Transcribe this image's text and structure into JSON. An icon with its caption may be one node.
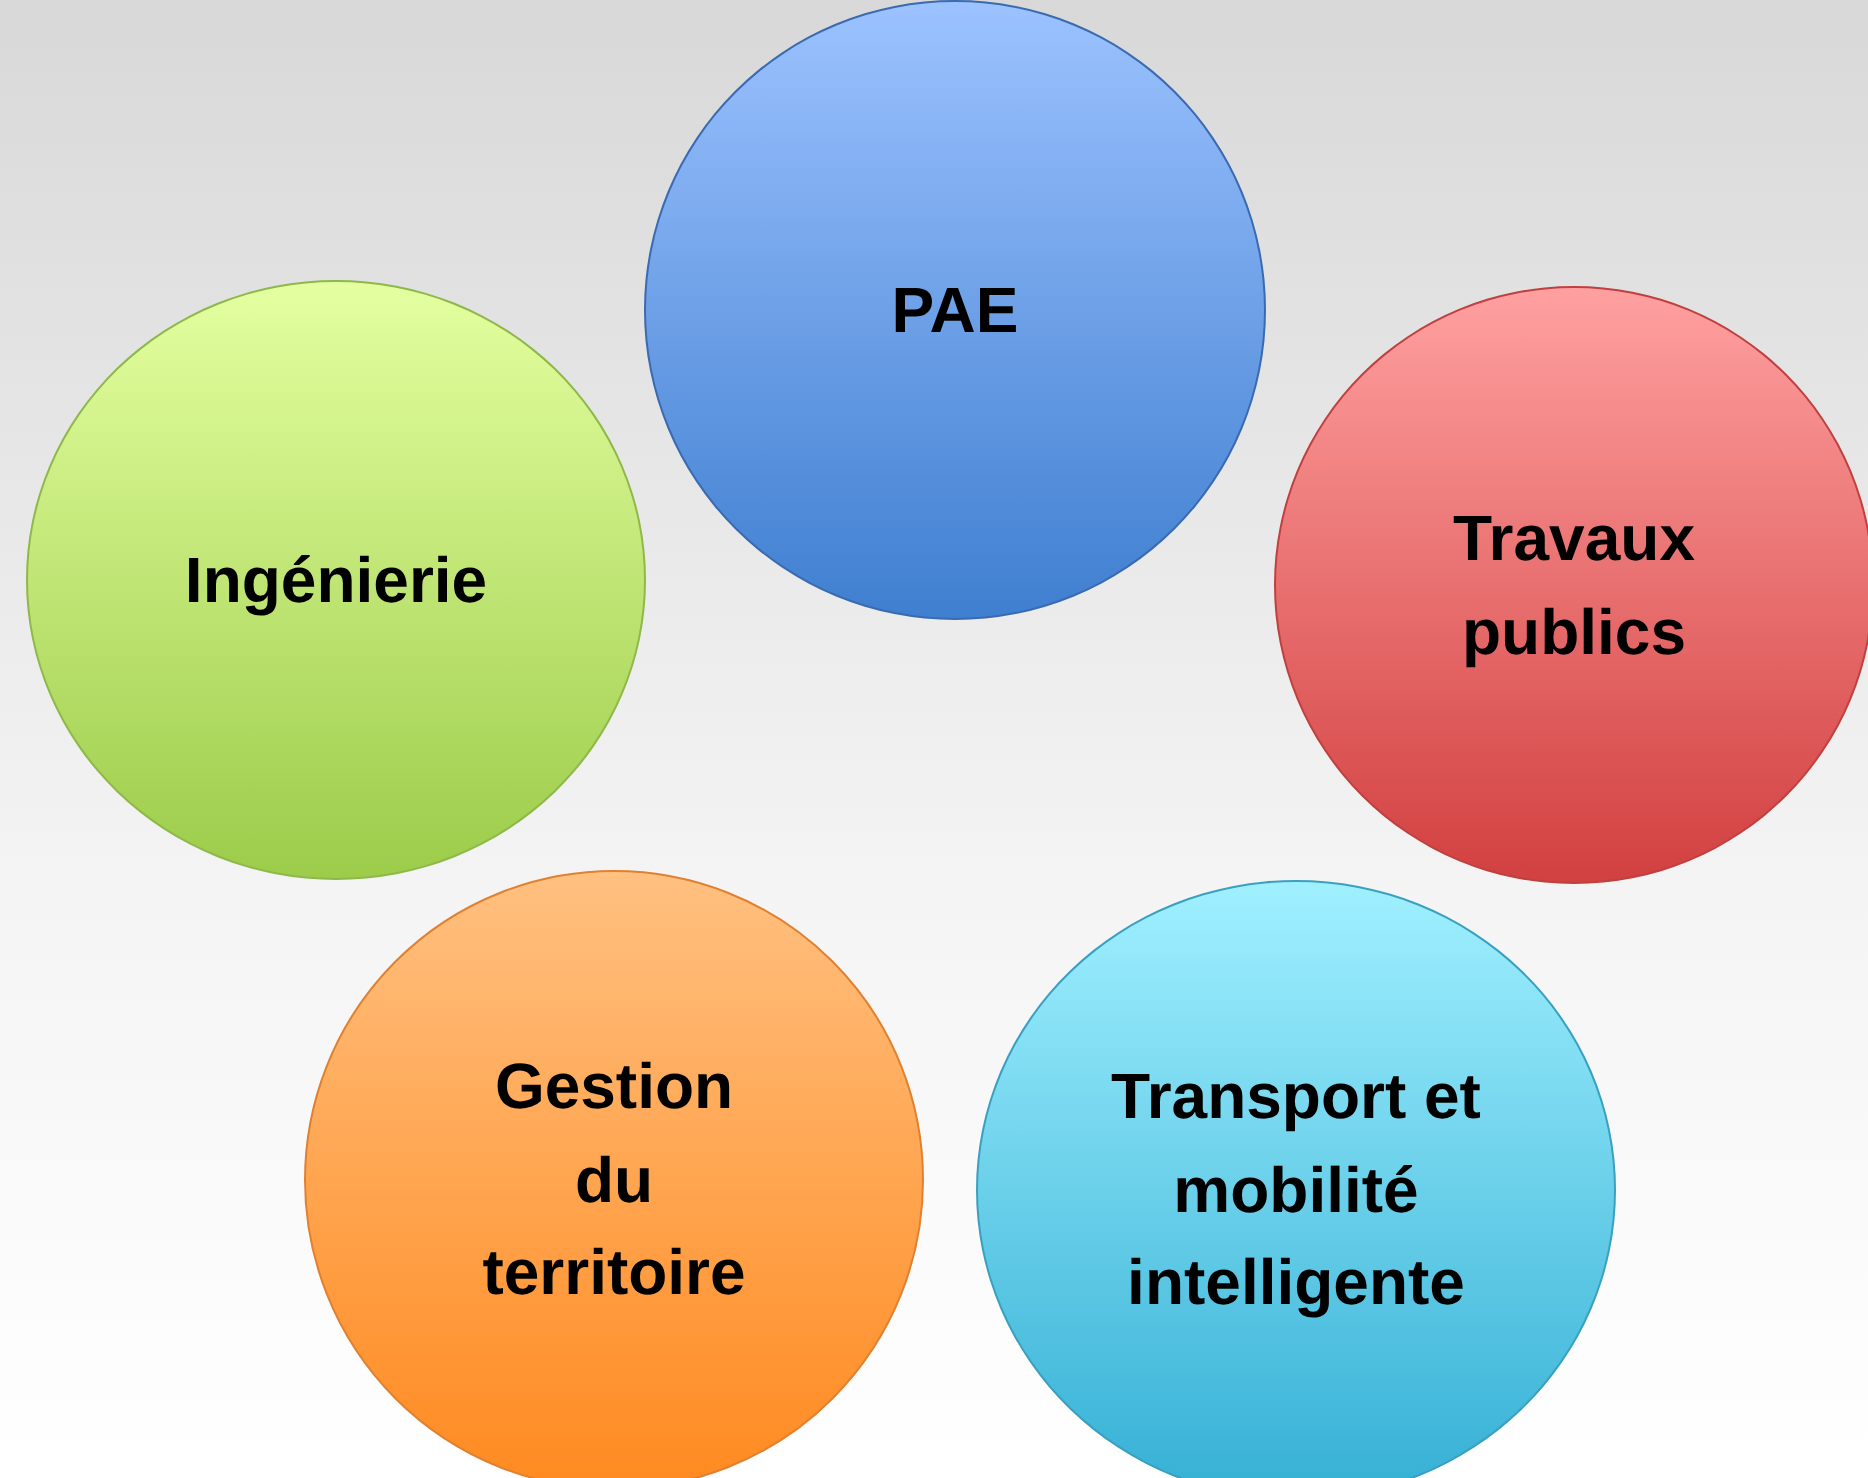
{
  "diagram": {
    "nodes": [
      {
        "text": [
          "PAE"
        ]
      },
      {
        "text": [
          "Ingénierie"
        ]
      },
      {
        "text": [
          "Travaux publics"
        ]
      },
      {
        "text": [
          "Gestion du territoire"
        ]
      },
      {
        "text": [
          "Transport et mobilité intelligente"
        ]
      }
    ]
  }
}
